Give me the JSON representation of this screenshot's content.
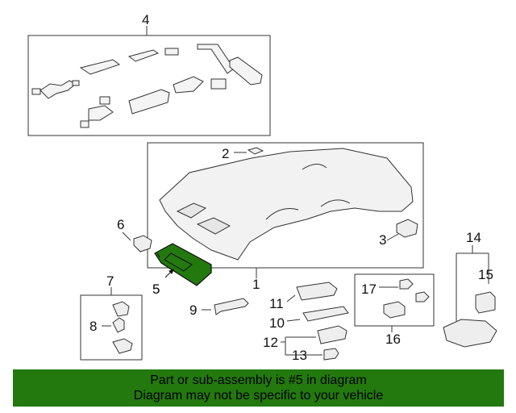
{
  "callouts": {
    "c1": "1",
    "c2": "2",
    "c3": "3",
    "c4": "4",
    "c5": "5",
    "c6": "6",
    "c7": "7",
    "c8": "8",
    "c9": "9",
    "c10": "10",
    "c11": "11",
    "c12": "12",
    "c13": "13",
    "c14": "14",
    "c15": "15",
    "c16": "16",
    "c17": "17"
  },
  "highlight_color": "#23780e",
  "banner": {
    "line1": "Part or sub-assembly is #5 in diagram",
    "line2": "Diagram may not be specific to your vehicle"
  }
}
